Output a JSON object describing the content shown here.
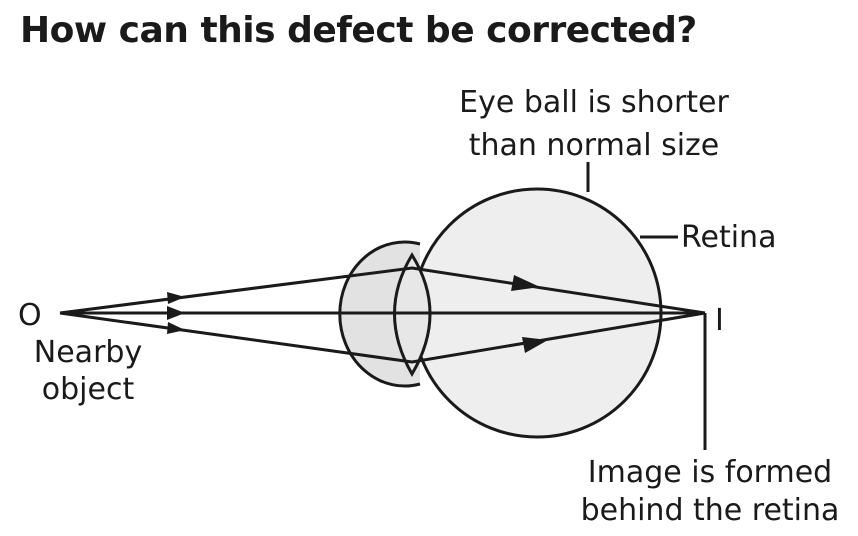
{
  "title": "How can this defect be corrected?",
  "labels": {
    "eyeball_line1": "Eye ball is shorter",
    "eyeball_line2": "than normal size",
    "retina": "Retina",
    "object_point": "O",
    "object_line1": "Nearby",
    "object_line2": "object",
    "image_point": "I",
    "image_line1": "Image is formed",
    "image_line2": "behind the retina"
  },
  "colors": {
    "stroke": "#1a1a1a",
    "eyeball_fill": "#eeeeee",
    "cornea_fill": "#e2e2e2"
  }
}
